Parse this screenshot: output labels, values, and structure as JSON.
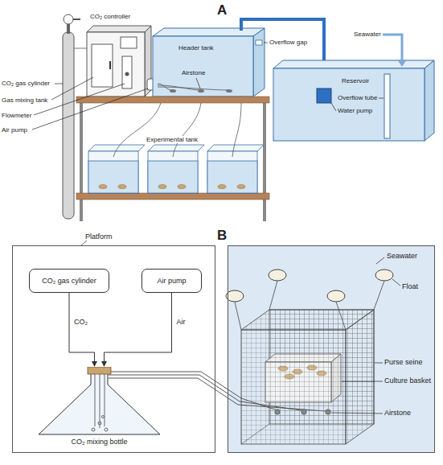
{
  "diagram": {
    "nodes": [
      {
        "text": [
          "Platform"
        ]
      },
      {
        "text": [
          "CO₂ gas cylinder"
        ],
        "in": 0
      },
      {
        "text": [
          "Air pump"
        ],
        "in": 0
      },
      {
        "text": [
          "CO₂ mixing bottle"
        ],
        "in": 0
      },
      {
        "text": [
          "Seawater"
        ]
      }
    ],
    "edges": [
      {
        "from": 1,
        "to": 3,
        "arrow": "to",
        "label": "CO₂"
      },
      {
        "from": 2,
        "to": 3,
        "arrow": "to",
        "label": "Air"
      }
    ],
    "labels": [
      "A",
      "CO₂ gas cylinder",
      "Gas mixing tank",
      "Flowmeter",
      "Air pump",
      "CO₂ controller",
      "Header tank",
      "Overflow gap",
      "Airstone",
      "Experimental tank",
      "Seawater",
      "Reservoir",
      "Overflow tube",
      "Water pump",
      "B",
      "Float",
      "Purse seine",
      "Culture basket",
      "Airstone"
    ]
  }
}
